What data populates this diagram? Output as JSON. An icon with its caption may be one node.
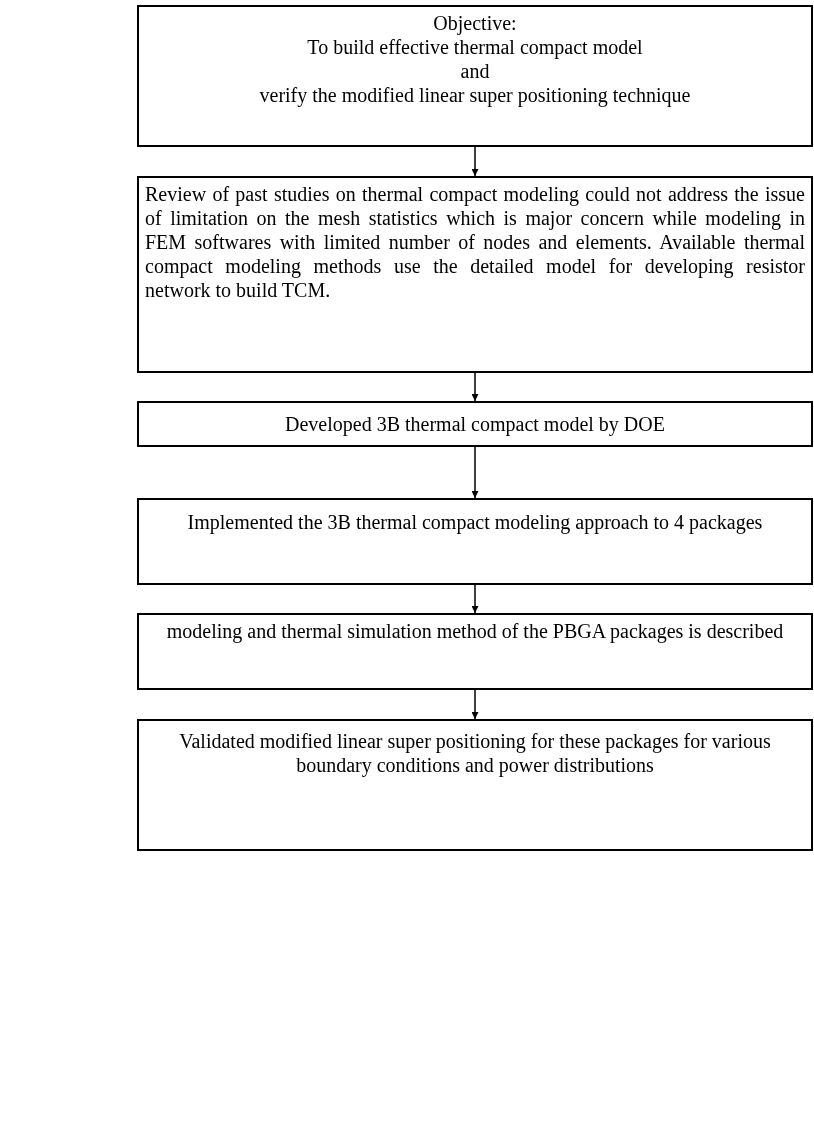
{
  "diagram": {
    "nodes": [
      {
        "text": [
          "Objective:",
          "To build effective thermal compact model",
          "and",
          "verify the modified linear super positioning technique"
        ]
      },
      {
        "text": [
          "Review of past studies on thermal compact modeling could not address the issue of limitation on the mesh statistics which is major concern while modeling in FEM softwares with limited number of nodes and elements. Available thermal compact modeling methods use the detailed model for developing resistor network to build TCM."
        ]
      },
      {
        "text": [
          "Developed 3B thermal compact model by DOE"
        ]
      },
      {
        "text": [
          "Implemented the 3B thermal compact modeling approach to 4 packages"
        ]
      },
      {
        "text": [
          "modeling and thermal simulation method of the PBGA packages is described"
        ]
      },
      {
        "text": [
          "Validated modified linear super positioning for these packages for various boundary conditions and power distributions"
        ]
      }
    ],
    "edges": [
      {
        "from": 0,
        "to": 1,
        "arrow": "to"
      },
      {
        "from": 1,
        "to": 2,
        "arrow": "to"
      },
      {
        "from": 2,
        "to": 3,
        "arrow": "to"
      },
      {
        "from": 3,
        "to": 4,
        "arrow": "to"
      },
      {
        "from": 4,
        "to": 5,
        "arrow": "to"
      }
    ]
  }
}
